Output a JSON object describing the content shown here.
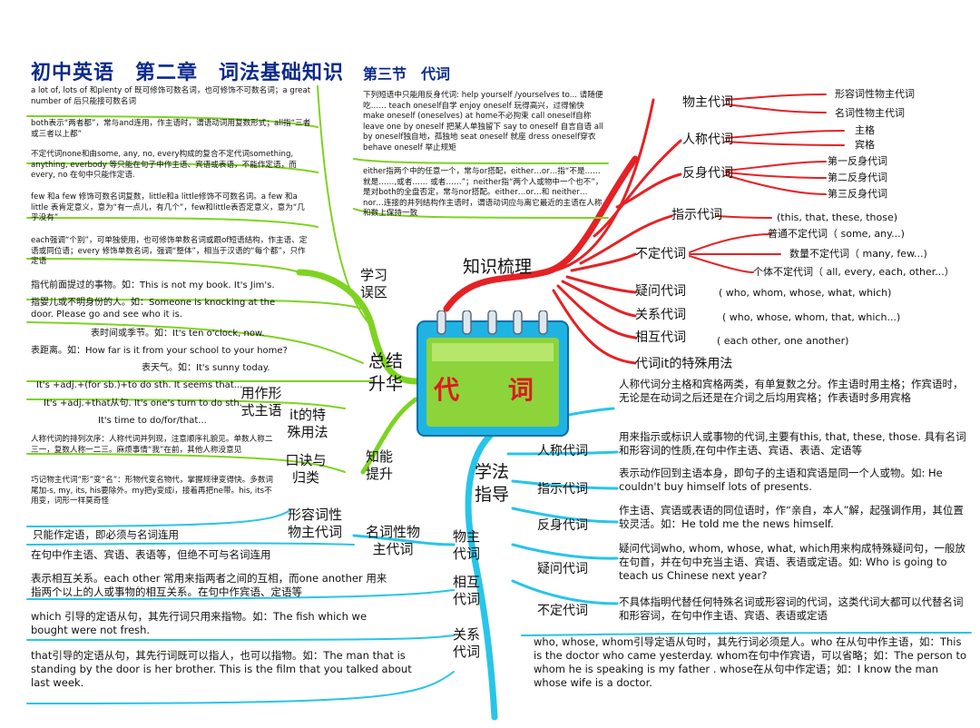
{
  "header": {
    "title": "初中英语　第二章　词法基础知识",
    "subtitle": "第三节　代词"
  },
  "center": {
    "label": "代 词"
  },
  "branches": {
    "knowledge": "知识梳理",
    "study": "学法指导",
    "summary": "总结升华",
    "summary_l1": "总结",
    "summary_l2": "升华",
    "study_l1": "学法",
    "study_l2": "指导"
  },
  "knowledge": {
    "items": [
      {
        "label": "物主代词",
        "subs": [
          "形容词性物主代词",
          "名词性物主代词"
        ]
      },
      {
        "label": "人称代词",
        "subs": [
          "主格",
          "宾格"
        ]
      },
      {
        "label": "反身代词",
        "subs": [
          "第一反身代词",
          "第二反身代词",
          "第三反身代词"
        ]
      },
      {
        "label": "指示代词",
        "subs": [
          "(this, that, these, those)"
        ]
      },
      {
        "label": "不定代词",
        "subs": [
          "普通不定代词（ some, any...)",
          "数量不定代词（ many, few...)",
          "个体不定代词（ all, every, each, other...）"
        ]
      },
      {
        "label": "疑问代词",
        "subs": [
          "( who, whom, whose, what, which)"
        ]
      },
      {
        "label": "关系代词",
        "subs": [
          "( who, whose, whom, that, which...)"
        ]
      },
      {
        "label": "相互代词",
        "subs": [
          "( each other, one another)"
        ]
      },
      {
        "label": "代词it的特殊用法",
        "subs": []
      }
    ]
  },
  "study": {
    "intro": "人称代词分主格和宾格两类，有单复数之分。作主语时用主格；作宾语时，无论是在动词之后还是在介词之后均用宾格；作表语时多用宾格",
    "items": [
      {
        "label": "人称代词",
        "text": "用来指示或标识人或事物的代词,主要有this, that, these, those. 具有名词和形容词的性质,在句中作主语、宾语、表语、定语等"
      },
      {
        "label": "指示代词",
        "text": "表示动作回到主语本身，即句子的主语和宾语是同一个人或物。如: He couldn't buy himself lots of presents."
      },
      {
        "label": "反身代词",
        "text": "作主语、宾语或表语的同位语时，作“亲自，本人”解，起强调作用，其位置较灵活。如：He told me the news himself."
      },
      {
        "label": "疑问代词",
        "text": "疑问代词who, whom, whose, what, which用来构成特殊疑问句，一般放在句首，并在句中充当主语、宾语、表语或定语。如: Who is going to teach us Chinese next year?"
      },
      {
        "label": "不定代词",
        "text": "不具体指明代替任何特殊名词或形容词的代词，这类代词大都可以代替名词和形容词，在句中作主语、宾语、表语或定语"
      }
    ],
    "relative_text": "who, whose, whom引导定语从句时，其先行词必须是人。who 在从句中作主语，如：This is the doctor who came yesterday. whom在句中作宾语，可以省略；如：The person to whom he is speaking is my father . whose在从句中作定语；如：I know the man whose wife is a doctor.",
    "left_nodes": [
      "物主代词",
      "相互代词",
      "关系代词"
    ],
    "possessive_adj": "形容词性物主代词",
    "possessive_adj_text": "只能作定语，即必须与名词连用",
    "possessive_noun": "名词性物主代词",
    "possessive_noun_text": "在句中作主语、宾语、表语等，但绝不可与名词连用",
    "reciprocal_text": "表示相互关系。each other 常用来指两者之间的互相，而one another 用来指两个以上的人或事物的相互关系。在句中作宾语、定语等",
    "relative_which": "which 引导的定语从句，其先行词只用来指物。如：The fish which we bought were not fresh.",
    "relative_that": "that引导的定语从句，其先行词既可以指人，也可以指物。如：The man that is standing by the door is her brother.  This is  the film  that you talked about last week."
  },
  "summary": {
    "learn_label": "学习误区",
    "it_label": "it的特殊用法",
    "tip_label": "知能提升",
    "rhyme_label": "口诀与归类",
    "formal_label": "用作形式主语",
    "notes": [
      "a lot of, lots of 和plenty of 既可修饰可数名词，也可修饰不可数名词；a great number of 后只能接可数名词",
      "both表示“两者都”，常与and连用，作主语时，谓语动词用复数形式；all指“三者或三者以上都”",
      "不定代词none和由some, any, no, every构成的复合不定代词something, anything, everbody 等只能在句子中作主语、宾语或表语，不能作定语，而every, no 在句中只能作定语.",
      "few 和a few 修饰可数名词复数，little和a little修饰不可数名词。a few 和a little 表肯定意义，意为“有一点儿，有几个”，few和little表否定意义，意为“几乎没有”",
      "each强调“个别”，可单独使用，也可修饰单数名词或跟of短语结构，作主语、定语或同位语；every 修饰单数名词，强调“整体”，相当于汉语的“每个都”，只作定语"
    ],
    "reflexive_note": "下列短语中只能用反身代词: help yourself /yourselves to... 请随便吃…… teach oneself自学 enjoy oneself 玩得高兴，过得愉快 make oneself (oneselves) at home不必拘束 call oneself自称 leave one by oneself 把某人单独留下 say to oneself 自言自语 all by oneself独自地，孤独地 seat oneself 就座 dress oneself穿衣 behave oneself 举止规矩",
    "either_note": "either指两个中的任意一个，常与or搭配，either…or…指“不是……就是……,或者…… 或者……”；neither指“两个人或物中一个也不”，是对both的全盘否定，常与nor搭配。either…or…和 neither…nor…连接的并列结构作主语时，谓语动词应与离它最近的主语在人称和数上保持一致",
    "it_items": [
      "指代前面提过的事物。如：This is not my book. It's Jim's.",
      "指婴儿或不明身份的人。如：Someone is knocking at the door. Please go and see who it is.",
      "表时间或季节。如：It's ten o'clock, now.",
      "表距离。如：How far is it from your school to your home?",
      "表天气。如：It's sunny today.",
      "It's +adj.+(for sb.)+to do sth. It seems that...",
      "It's +adj.+that从句. It's one's turn to do sth.",
      "It's time to do/for/that..."
    ],
    "rhyme_1": "人称代词的排列次序：人称代词并列现，注意顺序礼貌见。单数人称二三一，复数人称一二三。麻烦事情“我”在前，其他人称没意见",
    "rhyme_2": "巧记物主代词“形”变“名”：形物代变名物代，掌握规律变得快。多数词尾加-s, my, its, his要除外。my把y变成i，接着再把ne带。his, its不用变，词形一样莫奇怪"
  },
  "colors": {
    "red": "#e52124",
    "cyan": "#27c5e8",
    "green": "#7ed321",
    "navy": "#0b2a8c",
    "calendar_body": "#1fb3e4",
    "calendar_inner": "#8cd43a"
  }
}
